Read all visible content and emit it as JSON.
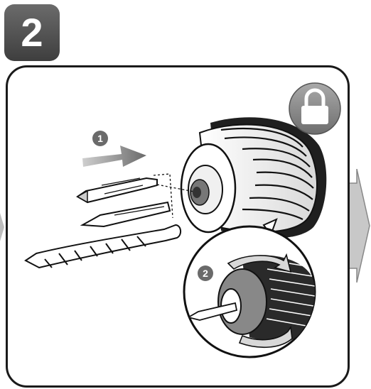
{
  "step": {
    "number": "2"
  },
  "callouts": [
    {
      "number": "1"
    },
    {
      "number": "2"
    }
  ],
  "icons": {
    "lock": "lock-icon",
    "next": "next-arrow-icon"
  },
  "colors": {
    "badge": "#555555",
    "arrow": "#9a9a9a",
    "lock_bg": "#8a8a8a",
    "outline": "#1a1a1a"
  }
}
